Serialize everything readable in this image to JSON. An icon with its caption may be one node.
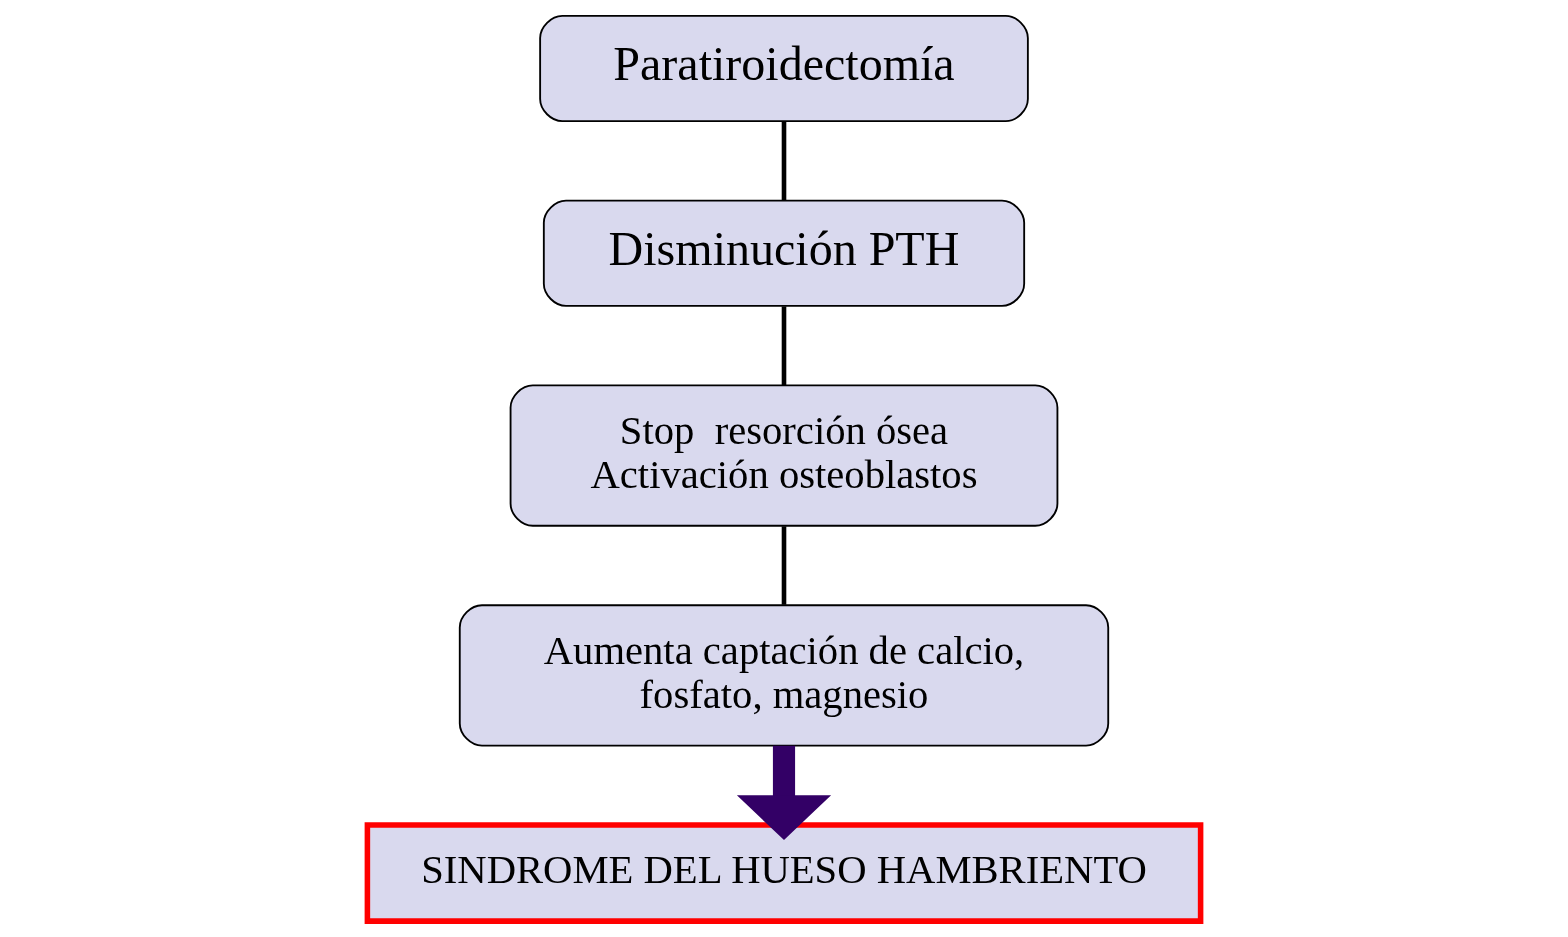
{
  "diagram": {
    "nodes": [
      {
        "text": [
          "Paratiroidectomía"
        ]
      },
      {
        "text": [
          "Disminución PTH"
        ]
      },
      {
        "text": [
          "Stop  resorción ósea",
          "Activación osteoblastos"
        ]
      },
      {
        "text": [
          "Aumenta captación de calcio, fosfato, magnesio"
        ]
      },
      {
        "text": [
          "SINDROME DEL HUESO HAMBRIENTO"
        ]
      }
    ],
    "edges": [
      {
        "from": 0,
        "to": 1,
        "arrow": "none"
      },
      {
        "from": 1,
        "to": 2,
        "arrow": "none"
      },
      {
        "from": 2,
        "to": 3,
        "arrow": "none"
      },
      {
        "from": 3,
        "to": 4,
        "arrow": "to",
        "style": "thick",
        "color": "#330066"
      }
    ]
  }
}
